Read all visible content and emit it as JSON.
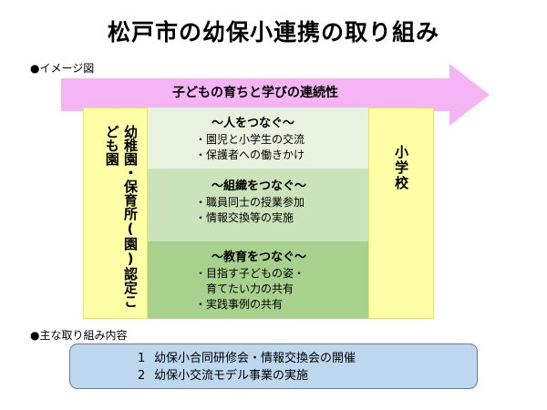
{
  "title": "松戸市の幼保小連携の取り組み",
  "image_section_label": "●イメージ図",
  "arrow_label": "子どもの育ちと学びの連続性",
  "left_panel_text": "幼稚園・保育所(園)認定こども園",
  "right_panel_text": "小学校",
  "bands": [
    {
      "heading": "～人をつなぐ～",
      "lines": [
        "・園児と小学生の交流",
        "・保護者への働きかけ"
      ]
    },
    {
      "heading": "～組織をつなぐ～",
      "lines": [
        "・職員同士の授業参加",
        "・情報交換等の実施"
      ]
    },
    {
      "heading": "～教育をつなぐ～",
      "lines": [
        "・目指す子どもの姿・",
        "　育てたい力の共有",
        "・実践事例の共有"
      ]
    }
  ],
  "main_section_label": "●主な取り組み内容",
  "initiatives": [
    {
      "num": "1",
      "text": "幼保小合同研修会・情報交換会の開催"
    },
    {
      "num": "2",
      "text": "幼保小交流モデル事業の実施"
    }
  ],
  "colors": {
    "arrow": "#f5b5f5",
    "yellow_panel": "#ffffa8",
    "band_light": "#e9f2df",
    "band_mid": "#cbe3ba",
    "band_dark": "#a9d18e",
    "initiatives_box": "#bdd7ee"
  }
}
